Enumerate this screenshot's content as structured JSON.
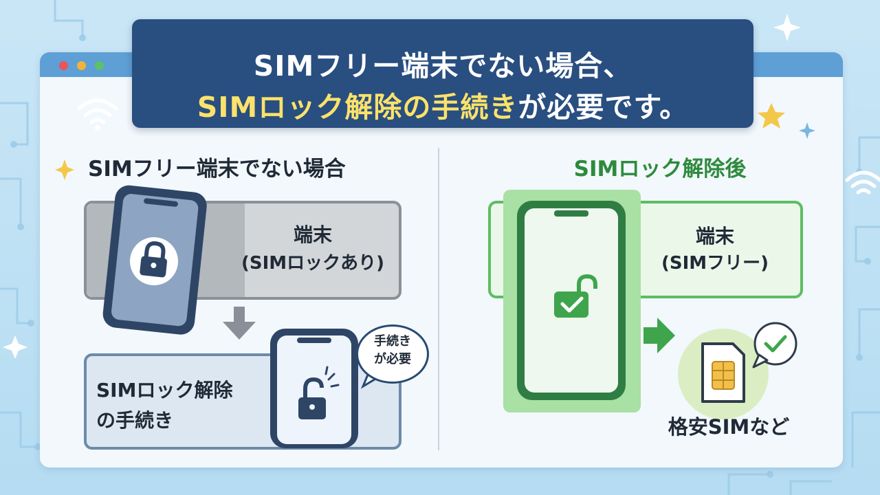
{
  "banner": {
    "line1": "SIMフリー端末でない場合、",
    "line2_highlight": "SIMロック解除の手続き",
    "line2_rest": "が必要です。"
  },
  "left": {
    "heading": "SIMフリー端末でない場合",
    "device_label": "端末",
    "device_sub": "(SIMロックあり)",
    "procedure_line1": "SIMロック解除",
    "procedure_line2": "の手続き",
    "bubble_line1": "手続き",
    "bubble_line2": "が必要"
  },
  "right": {
    "heading": "SIMロック解除後",
    "device_label": "端末",
    "device_sub": "(SIMフリー)",
    "sim_label": "格安SIMなど"
  },
  "colors": {
    "banner_bg": "#294e80",
    "banner_highlight": "#fbe26a",
    "right_accent": "#2e8a3d",
    "window_bar": "#5e9fd5"
  },
  "icons": [
    "wifi-icon",
    "lock-icon",
    "unlock-icon",
    "arrow-down-icon",
    "arrow-right-icon",
    "sim-card-icon",
    "check-icon",
    "sparkle-icon",
    "star-icon"
  ]
}
